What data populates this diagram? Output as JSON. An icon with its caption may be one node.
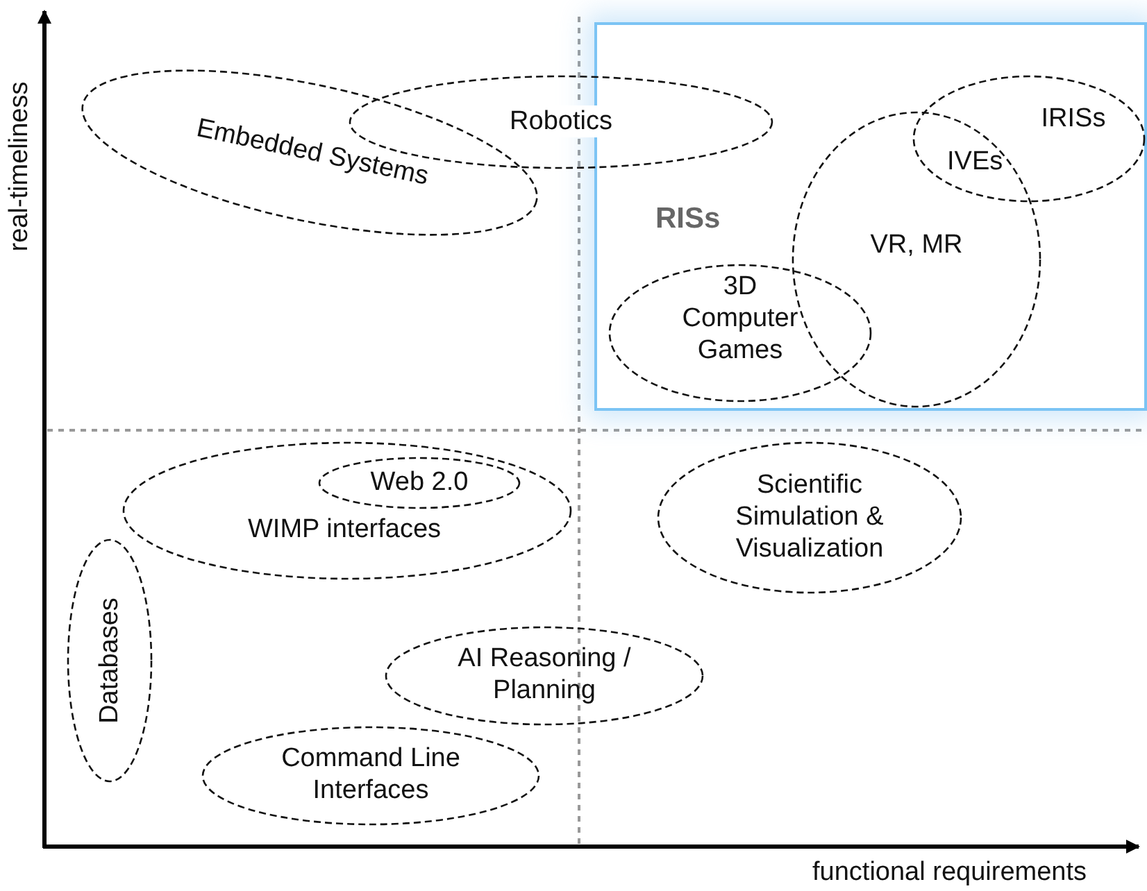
{
  "diagram": {
    "nodes": [
      {
        "text": [
          "RISs"
        ]
      },
      {
        "text": [
          "Embedded Systems"
        ]
      },
      {
        "text": [
          "Robotics"
        ]
      },
      {
        "text": [
          "VR, MR"
        ],
        "in": 0
      },
      {
        "text": [
          "IRISs"
        ],
        "in": 0
      },
      {
        "text": [
          "3D Computer Games"
        ],
        "in": 0
      },
      {
        "text": [
          "WIMP interfaces"
        ]
      },
      {
        "text": [
          "Web 2.0"
        ],
        "in": 6
      },
      {
        "text": [
          "Scientific Simulation & Visualization"
        ]
      },
      {
        "text": [
          "Databases"
        ]
      },
      {
        "text": [
          "AI Reasoning / Planning"
        ]
      },
      {
        "text": [
          "Command Line Interfaces"
        ]
      }
    ],
    "labels": [
      "IVEs",
      "real-timeliness",
      "functional requirements"
    ]
  }
}
